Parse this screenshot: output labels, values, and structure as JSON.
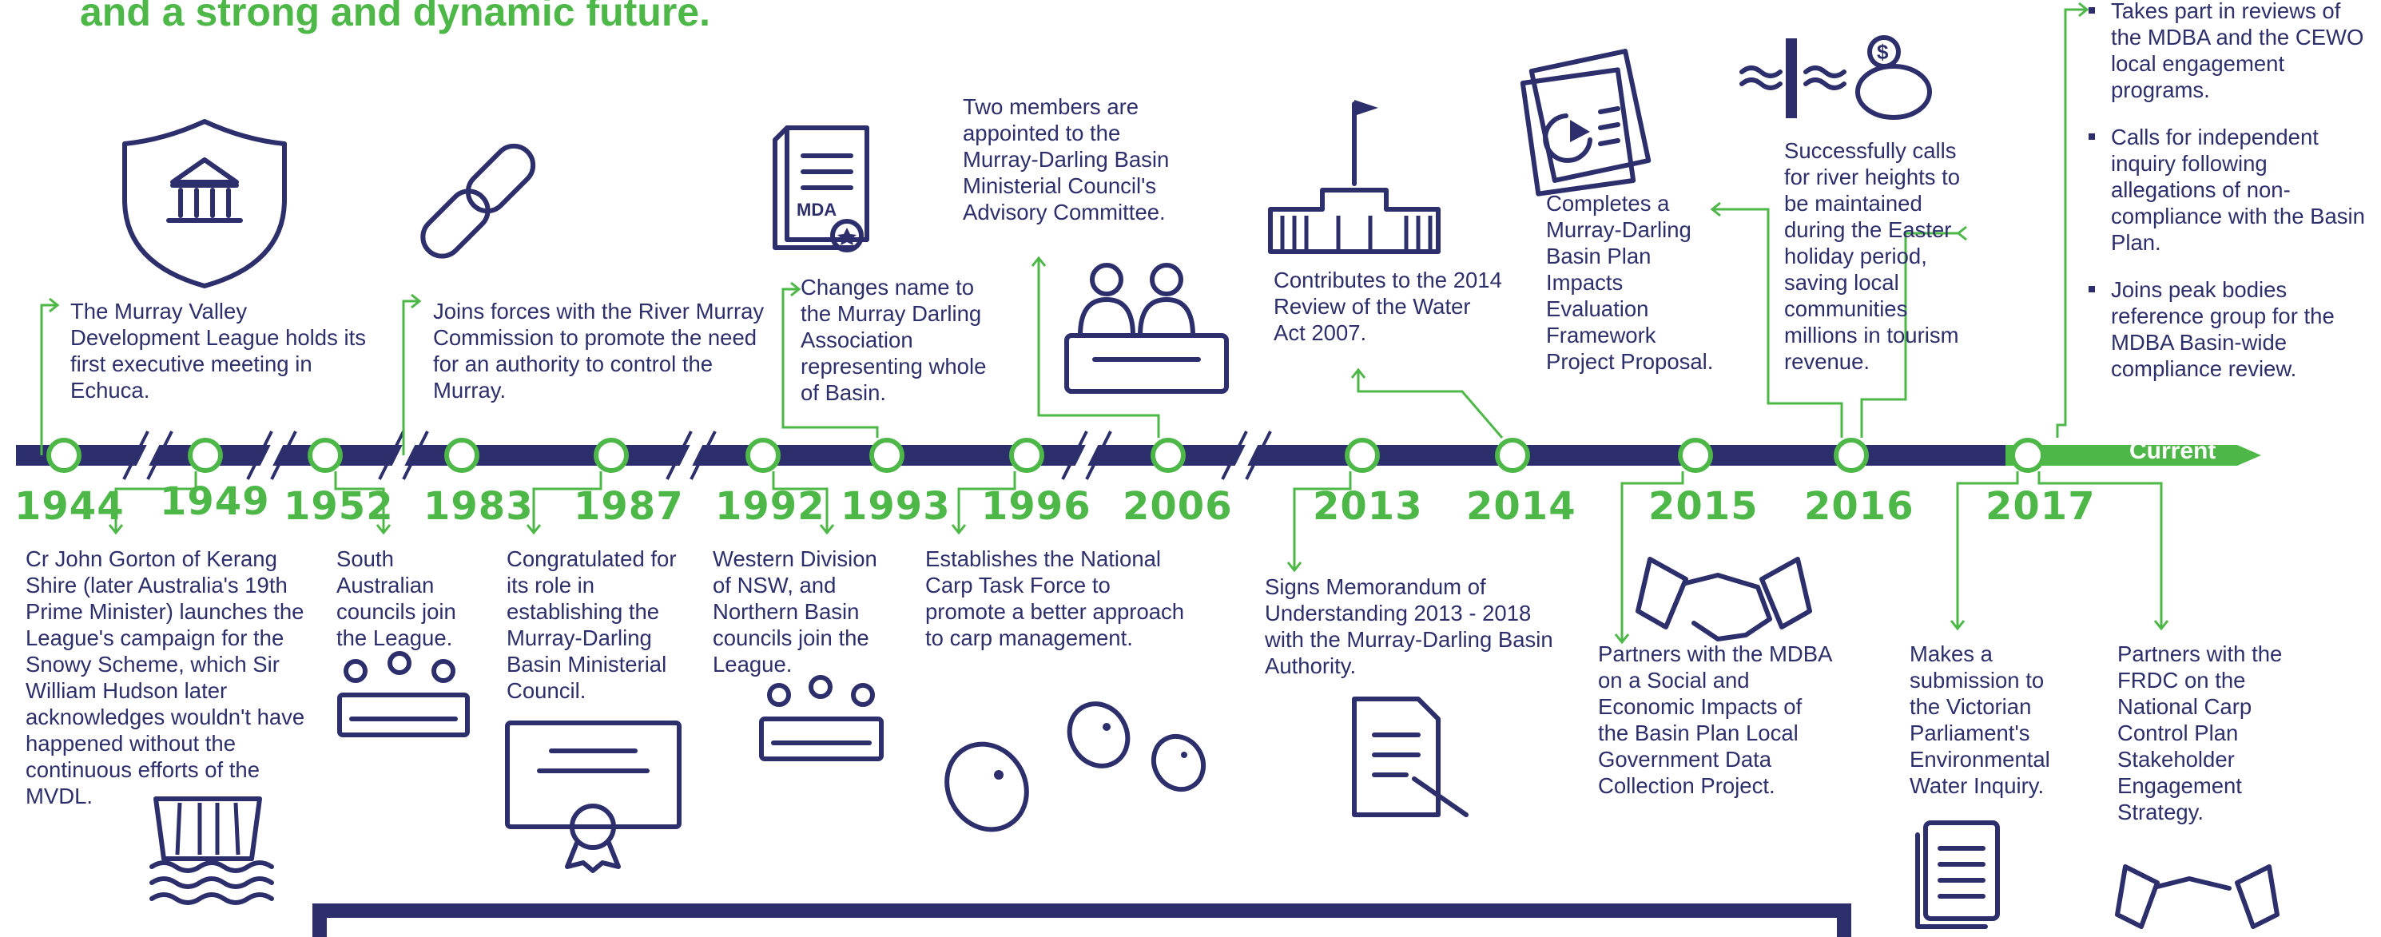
{
  "headline": "and a strong and dynamic future.",
  "current_label": "Current",
  "years": [
    "1944",
    "1949",
    "1952",
    "1983",
    "1987",
    "1992",
    "1993",
    "1996",
    "2006",
    "2013",
    "2014",
    "2015",
    "2016",
    "2017"
  ],
  "events": {
    "e1944": "The Murray Valley Development League holds its first executive meeting in Echuca.",
    "e1949": "Cr John Gorton of Kerang Shire (later Australia's 19th Prime Minister) launches the League's campaign for the Snowy Scheme, which Sir William Hudson later acknowledges wouldn't have happened without the continuous efforts of the MVDL.",
    "e1952": "South Australian councils join the League.",
    "e1983": "Joins forces with the River Murray Commission to promote the need for an authority to control the Murray.",
    "e1987": "Congratulated for its role in establishing the Murray-Darling Basin Ministerial Council.",
    "e1992": "Western Division of NSW, and Northern Basin councils join the League.",
    "e1993": "Changes name to the Murray Darling Association representing whole of Basin.",
    "e1996": "Establishes the National Carp Task Force to promote a better approach to carp management.",
    "e2006": "Two members are appointed to the Murray-Darling Basin Ministerial Council's Advisory Committee.",
    "e2013": "Signs Memorandum of Understanding 2013 - 2018 with the Murray-Darling Basin Authority.",
    "e2014": "Contributes to the 2014 Review of the Water Act 2007.",
    "e2015a": "Completes a Murray-Darling Basin Plan Impacts Evaluation Framework Project Proposal.",
    "e2015b": "Partners with the MDBA on a Social and Economic Impacts of the Basin Plan Local Government Data Collection Project.",
    "e2016": "Successfully calls for river heights to be maintained during the Easter holiday period, saving local communities millions in tourism revenue.",
    "e2017a": "Makes a submission to the Victorian Parliament's Environmental Water Inquiry.",
    "e2017b": "Partners with the FRDC on the National Carp Control Plan Stakeholder Engagement Strategy."
  },
  "current_bullets": [
    "Takes part in reviews of the MDBA and the CEWO local engagement programs.",
    "Calls for independent inquiry following allegations of non-compliance with the Basin Plan.",
    "Joins peak bodies reference group for the MDBA Basin-wide compliance review."
  ],
  "mda_badge": "MDA",
  "colors": {
    "navy": "#2c2f6b",
    "green": "#4db848"
  }
}
